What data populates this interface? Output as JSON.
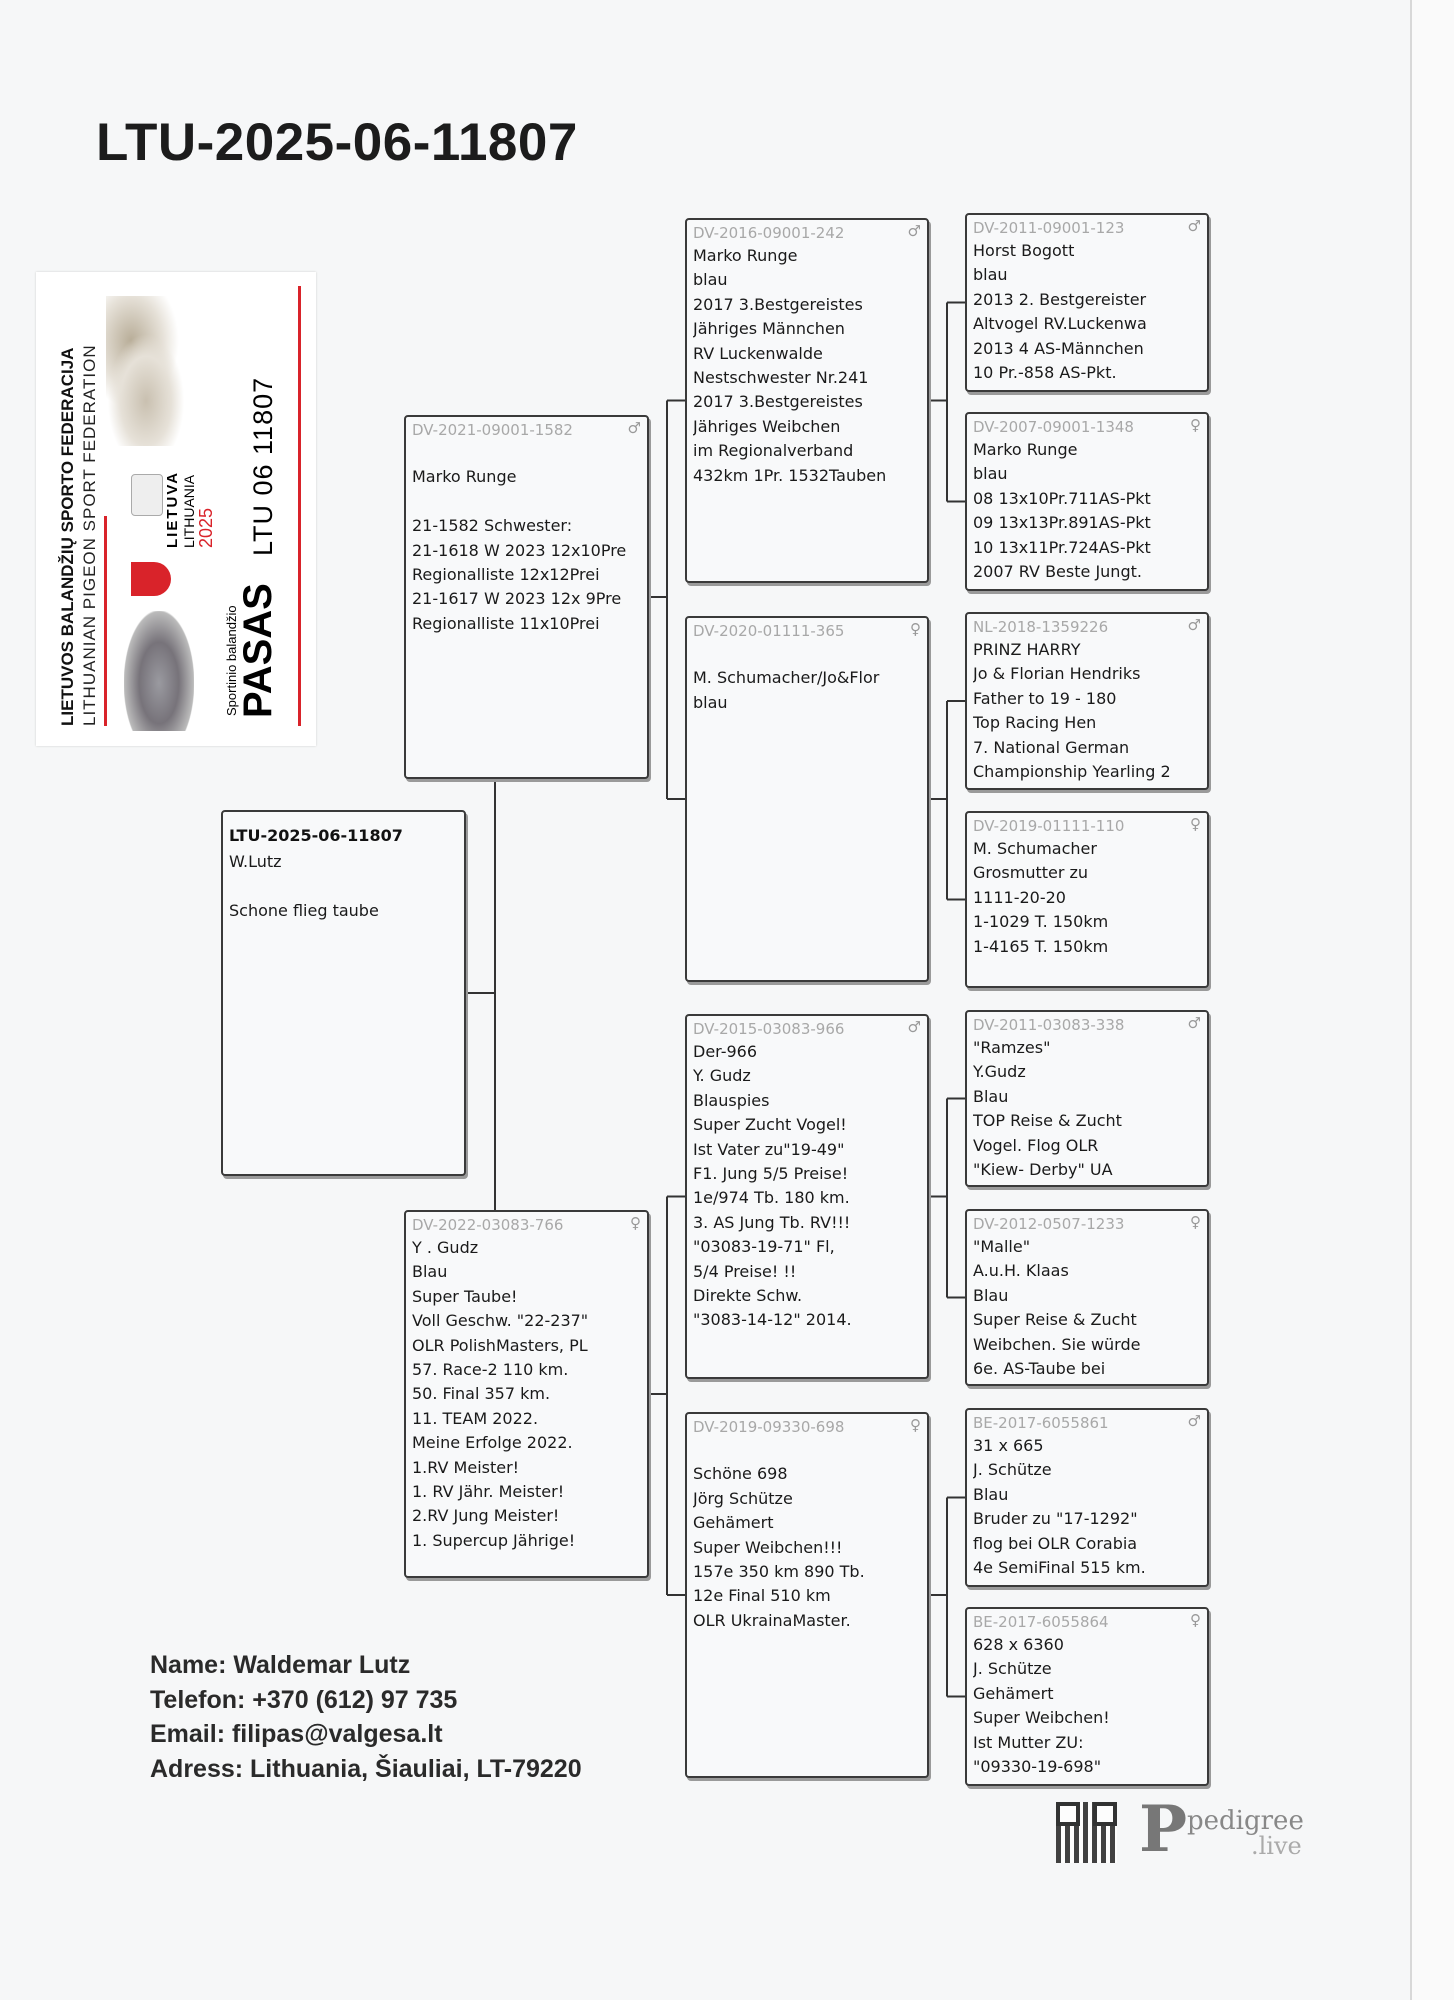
{
  "title": "LTU-2025-06-11807",
  "passport": {
    "line1": "LIETUVOS BALANDŽIŲ SPORTO FEDERACIJA",
    "line2": "LITHUANIAN  PIGEON  SPORT  FEDERATION",
    "country": "LIETUVA",
    "country_en": "LITHUANIA",
    "year": "2025",
    "subtitle": "Sportinio balandžio",
    "pasas": "PASAS",
    "number": "LTU 06  11807"
  },
  "subject": {
    "ring": "LTU-2025-06-11807",
    "lines": [
      "W.Lutz",
      "",
      "Schone flieg taube"
    ]
  },
  "parents": [
    {
      "ring": "DV-2021-09001-1582",
      "sex": "♂",
      "lines": [
        "",
        "Marko Runge",
        "",
        "21-1582 Schwester:",
        "21-1618 W 2023 12x10Pre",
        "Regionalliste 12x12Prei",
        "21-1617 W 2023 12x 9Pre",
        "Regionalliste 11x10Prei"
      ]
    },
    {
      "ring": "DV-2022-03083-766",
      "sex": "♀",
      "lines": [
        "Y . Gudz",
        "Blau",
        "Super Taube!",
        "Voll Geschw. \"22-237\"",
        "OLR PolishMasters, PL",
        "57. Race-2 110 km.",
        "50. Final 357 km.",
        "11. TEAM 2022.",
        "Meine Erfolge 2022.",
        "1.RV Meister!",
        "1. RV Jähr. Meister!",
        "2.RV Jung Meister!",
        "1. Supercup Jährige!"
      ]
    }
  ],
  "grandparents": [
    {
      "ring": "DV-2016-09001-242",
      "sex": "♂",
      "lines": [
        "Marko Runge",
        "blau",
        "2017 3.Bestgereistes",
        "Jähriges Männchen",
        "RV Luckenwalde",
        "Nestschwester Nr.241",
        "2017 3.Bestgereistes",
        "Jähriges Weibchen",
        "im Regionalverband",
        "432km 1Pr. 1532Tauben"
      ]
    },
    {
      "ring": "DV-2020-01111-365",
      "sex": "♀",
      "lines": [
        "",
        "M. Schumacher/Jo&Flor",
        "blau"
      ]
    },
    {
      "ring": "DV-2015-03083-966",
      "sex": "♂",
      "lines": [
        "Der-966",
        "Y. Gudz",
        "Blauspies",
        "Super Zucht Vogel!",
        "Ist Vater zu\"19-49\"",
        "F1. Jung 5/5 Preise!",
        "1e/974 Tb. 180 km.",
        "3. AS Jung Tb. RV!!!",
        "\"03083-19-71\" Fl,",
        "5/4 Preise! !!",
        "Direkte Schw.",
        "\"3083-14-12\" 2014."
      ]
    },
    {
      "ring": "DV-2019-09330-698",
      "sex": "♀",
      "lines": [
        "",
        "Schöne 698",
        "Jörg Schütze",
        "Gehämert",
        "Super Weibchen!!!",
        "157e 350 km 890 Tb.",
        "12e Final 510 km",
        "OLR UkrainaMaster."
      ]
    }
  ],
  "great_grandparents": [
    {
      "ring": "DV-2011-09001-123",
      "sex": "♂",
      "lines": [
        "Horst Bogott",
        "blau",
        "2013 2. Bestgereister",
        "Altvogel RV.Luckenwa",
        "2013 4 AS-Männchen",
        "10 Pr.-858 AS-Pkt."
      ]
    },
    {
      "ring": "DV-2007-09001-1348",
      "sex": "♀",
      "lines": [
        "Marko Runge",
        "blau",
        "08 13x10Pr.711AS-Pkt",
        "09 13x13Pr.891AS-Pkt",
        "10 13x11Pr.724AS-Pkt",
        "2007 RV Beste Jungt."
      ]
    },
    {
      "ring": "NL-2018-1359226",
      "sex": "♂",
      "lines": [
        "PRINZ HARRY",
        "Jo & Florian Hendriks",
        "Father to 19 - 180",
        "Top Racing Hen",
        "7. National German",
        "Championship Yearling 2"
      ]
    },
    {
      "ring": "DV-2019-01111-110",
      "sex": "♀",
      "lines": [
        "M. Schumacher",
        "Grosmutter zu",
        "1111-20-20",
        "1-1029 T. 150km",
        "1-4165 T. 150km"
      ]
    },
    {
      "ring": "DV-2011-03083-338",
      "sex": "♂",
      "lines": [
        "\"Ramzes\"",
        "Y.Gudz",
        "Blau",
        "TOP Reise & Zucht",
        "Vogel. Flog OLR",
        "\"Kiew- Derby\" UA"
      ]
    },
    {
      "ring": "DV-2012-0507-1233",
      "sex": "♀",
      "lines": [
        "\"Malle\"",
        "A.u.H. Klaas",
        "Blau",
        "Super Reise & Zucht",
        "Weibchen. Sie würde",
        "6e. AS-Taube bei"
      ]
    },
    {
      "ring": "BE-2017-6055861",
      "sex": "♂",
      "lines": [
        "31 x 665",
        "J. Schütze",
        "Blau",
        "Bruder zu \"17-1292\"",
        "flog bei OLR Corabia",
        "4e SemiFinal 515 km."
      ]
    },
    {
      "ring": "BE-2017-6055864",
      "sex": "♀",
      "lines": [
        "628 x 6360",
        "J. Schütze",
        "Gehämert",
        "Super Weibchen!",
        "Ist Mutter ZU:",
        "\"09330-19-698\""
      ]
    }
  ],
  "contact": {
    "name": "Name: Waldemar Lutz",
    "phone": "Telefon: +370 (612) 97 735",
    "email": "Email: filipas@valgesa.lt",
    "address": "Adress: Lithuania, Šiauliai, LT-79220"
  },
  "logo": {
    "letter": "P",
    "word": "pedigree",
    "suffix": ".live"
  }
}
